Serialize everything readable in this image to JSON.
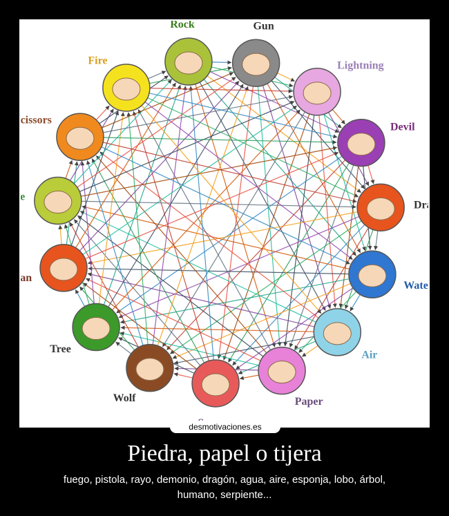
{
  "diagram": {
    "nodes": [
      {
        "label": "Rock",
        "color": "#a9c23a",
        "label_color": "#3a7d1e"
      },
      {
        "label": "Gun",
        "color": "#8a8a8a",
        "label_color": "#333333"
      },
      {
        "label": "Lightning",
        "color": "#e7a7e0",
        "label_color": "#9a7fb6"
      },
      {
        "label": "Devil",
        "color": "#9b3fb4",
        "label_color": "#7a2b7a"
      },
      {
        "label": "Dragon",
        "color": "#e8541e",
        "label_color": "#333333"
      },
      {
        "label": "Water",
        "color": "#2f77d1",
        "label_color": "#1f5aa8"
      },
      {
        "label": "Air",
        "color": "#8fd3e8",
        "label_color": "#5a9fbf"
      },
      {
        "label": "Paper",
        "color": "#e782d8",
        "label_color": "#6a4b7a"
      },
      {
        "label": "Sponge",
        "color": "#e85a5a",
        "label_color": "#6a4b7a"
      },
      {
        "label": "Wolf",
        "color": "#8a4b24",
        "label_color": "#333333"
      },
      {
        "label": "Tree",
        "color": "#3b9a2a",
        "label_color": "#333333"
      },
      {
        "label": "Human",
        "color": "#e7541e",
        "label_color": "#7a3a2a"
      },
      {
        "label": "Snake",
        "color": "#b9cc3a",
        "label_color": "#3a8d3a"
      },
      {
        "label": "Scissors",
        "color": "#f08a1e",
        "label_color": "#8a4a2a"
      },
      {
        "label": "Fire",
        "color": "#f5e21e",
        "label_color": "#d8a020"
      }
    ],
    "line_colors": [
      "#c0392b",
      "#2e86c1",
      "#27ae60",
      "#8e44ad",
      "#f39c12",
      "#16a085",
      "#34495e",
      "#d35400",
      "#7d3c98",
      "#1abc9c",
      "#e74c3c",
      "#2c3e50",
      "#a04000",
      "#5d6d7e",
      "#229954"
    ]
  },
  "credit": "desmotivaciones.es",
  "title": "Piedra, papel o tijera",
  "subtitle": "fuego, pistola, rayo, demonio, dragón, agua, aire, esponja, lobo, árbol, humano, serpiente..."
}
